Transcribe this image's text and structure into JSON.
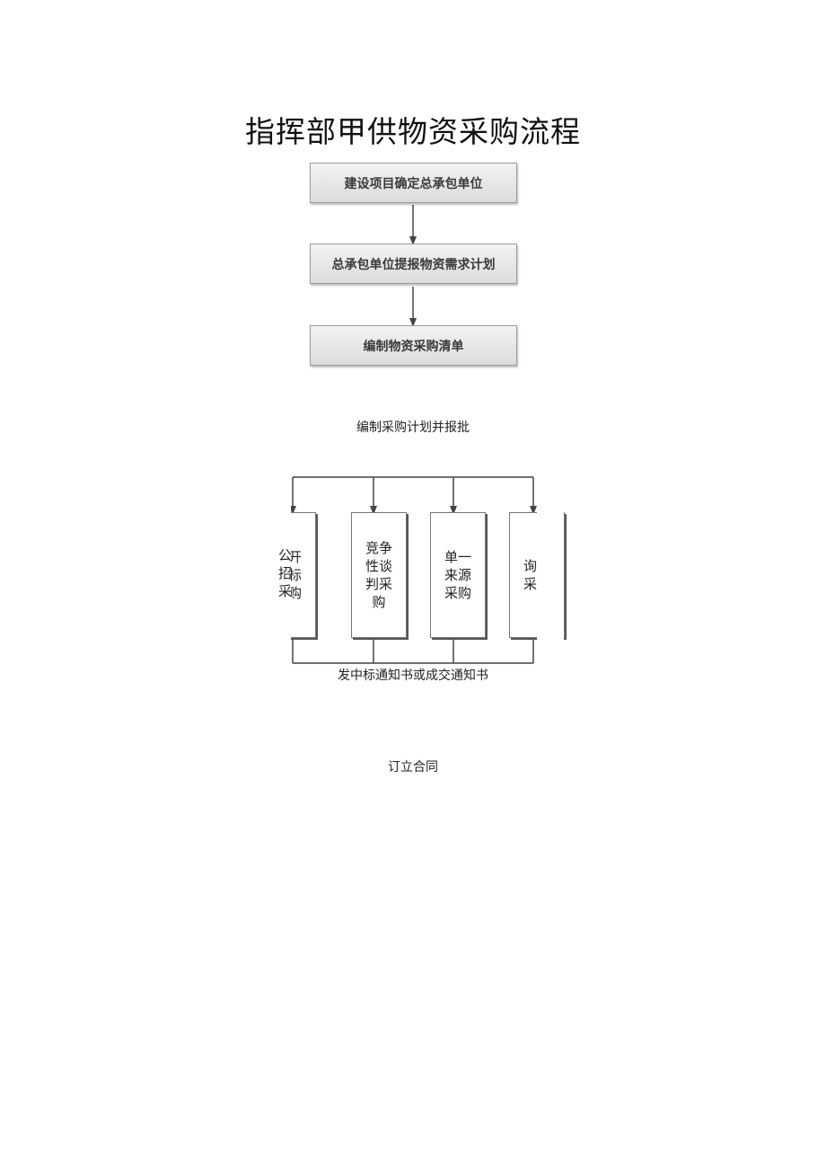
{
  "title": "指挥部甲供物资采购流程",
  "steps": [
    {
      "label": "建设项目确定总承包单位"
    },
    {
      "label": "总承包单位提报物资需求计划"
    },
    {
      "label": "编制物资采购清单"
    }
  ],
  "plan_text": "编制采购计划并报批",
  "methods": [
    {
      "label": "公开招标采购"
    },
    {
      "label": "竞争性谈判采购"
    },
    {
      "label": "单一来源采购"
    },
    {
      "label": "询价采购"
    }
  ],
  "notice_text": "发中标通知书或成交通知书",
  "contract_text": "订立合同",
  "colors": {
    "box_border": "#9a9a9a",
    "box_fill": "#e6e6e6",
    "line": "#444444"
  }
}
